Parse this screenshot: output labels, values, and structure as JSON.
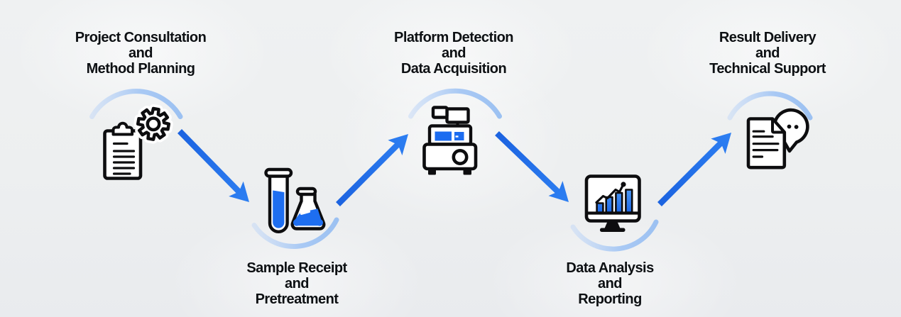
{
  "diagram": {
    "type": "process-flow",
    "step_count": 5,
    "arrow_count": 4
  },
  "steps": [
    {
      "id": "step-1",
      "icon": "clipboard-gear",
      "label_position": "top",
      "title_lines": [
        "Project Consultation",
        "and",
        "Method Planning"
      ]
    },
    {
      "id": "step-2",
      "icon": "test-tube-flask",
      "label_position": "bottom",
      "title_lines": [
        "Sample Receipt",
        "and",
        "Pretreatment"
      ]
    },
    {
      "id": "step-3",
      "icon": "analysis-instrument",
      "label_position": "top",
      "title_lines": [
        "Platform Detection",
        "and",
        "Data Acquisition"
      ]
    },
    {
      "id": "step-4",
      "icon": "monitor-bar-chart",
      "label_position": "bottom",
      "title_lines": [
        "Data Analysis",
        "and",
        "Reporting"
      ]
    },
    {
      "id": "step-5",
      "icon": "document-chat-bubble",
      "label_position": "top",
      "title_lines": [
        "Result Delivery",
        "and",
        "Technical Support"
      ]
    }
  ],
  "arrows": [
    {
      "from": "step-1",
      "to": "step-2",
      "direction": "down-right"
    },
    {
      "from": "step-2",
      "to": "step-3",
      "direction": "up-right"
    },
    {
      "from": "step-3",
      "to": "step-4",
      "direction": "down-right"
    },
    {
      "from": "step-4",
      "to": "step-5",
      "direction": "up-right"
    }
  ],
  "colors": {
    "background": "#edeff0",
    "title_text": "#0d1013",
    "arrow_blue_start": "#1c63e0",
    "arrow_blue_end": "#2d7ff2",
    "arc_blue": "#a9c9f4",
    "icon_stroke": "#0d0d0f",
    "icon_blue": "#1f6ff0"
  }
}
